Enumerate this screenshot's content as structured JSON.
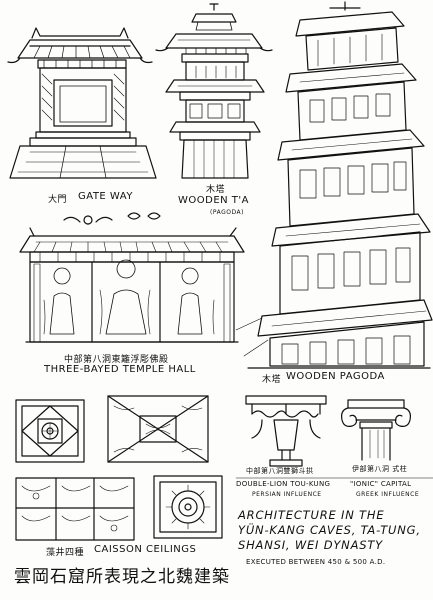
{
  "labels": {
    "gateway_cn": "大門",
    "gateway_en": "GATE WAY",
    "wooden_ta_cn": "木塔",
    "wooden_ta_en": "WOODEN T'A",
    "pagoda_note": "(PAGODA)",
    "temple_cn": "中部第八洞東籬浮彫佛殿",
    "temple_en": "THREE-BAYED TEMPLE HALL",
    "wooden_pagoda_cn": "木塔",
    "wooden_pagoda_en": "WOODEN PAGODA",
    "caisson_cn": "藻井四種",
    "caisson_en": "CAISSON CEILINGS",
    "toukung_cn": "中部第八洞雙獅斗拱",
    "toukung_en": "DOUBLE-LION TOU-KUNG",
    "toukung_note": "PERSIAN INFLUENCE",
    "ionic_cn": "伊部第八洞 式柱",
    "ionic_en": "\"IONIC\" CAPITAL",
    "ionic_note": "GREEK INFLUENCE"
  },
  "title_block": {
    "line1": "ARCHITECTURE IN THE",
    "line2": "YÜN-KANG CAVES, TA-TUNG,",
    "line3": "SHANSI, WEI DYNASTY",
    "line4": "EXECUTED BETWEEN 450 & 500 A.D.",
    "cn_title": "雲岡石窟所表現之北魏建築"
  }
}
